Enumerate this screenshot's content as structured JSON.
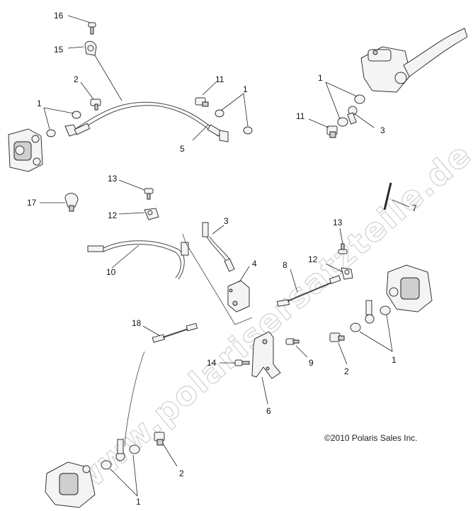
{
  "watermark": "www.polarisersatzteile.de",
  "copyright": "©2010 Polaris Sales Inc.",
  "callouts": [
    {
      "id": "c16",
      "label": "16"
    },
    {
      "id": "c15",
      "label": "15"
    },
    {
      "id": "c2a",
      "label": "2"
    },
    {
      "id": "c11a",
      "label": "11"
    },
    {
      "id": "c1a",
      "label": "1"
    },
    {
      "id": "c1b",
      "label": "1"
    },
    {
      "id": "c5",
      "label": "5"
    },
    {
      "id": "c1c",
      "label": "1"
    },
    {
      "id": "c11b",
      "label": "11"
    },
    {
      "id": "c3a",
      "label": "3"
    },
    {
      "id": "c13a",
      "label": "13"
    },
    {
      "id": "c17",
      "label": "17"
    },
    {
      "id": "c12a",
      "label": "12"
    },
    {
      "id": "c7",
      "label": "7"
    },
    {
      "id": "c3b",
      "label": "3"
    },
    {
      "id": "c13b",
      "label": "13"
    },
    {
      "id": "c10",
      "label": "10"
    },
    {
      "id": "c4",
      "label": "4"
    },
    {
      "id": "c8",
      "label": "8"
    },
    {
      "id": "c12b",
      "label": "12"
    },
    {
      "id": "c18",
      "label": "18"
    },
    {
      "id": "c14",
      "label": "14"
    },
    {
      "id": "c9",
      "label": "9"
    },
    {
      "id": "c2b",
      "label": "2"
    },
    {
      "id": "c1d",
      "label": "1"
    },
    {
      "id": "c6",
      "label": "6"
    },
    {
      "id": "c2c",
      "label": "2"
    },
    {
      "id": "c1e",
      "label": "1"
    }
  ]
}
